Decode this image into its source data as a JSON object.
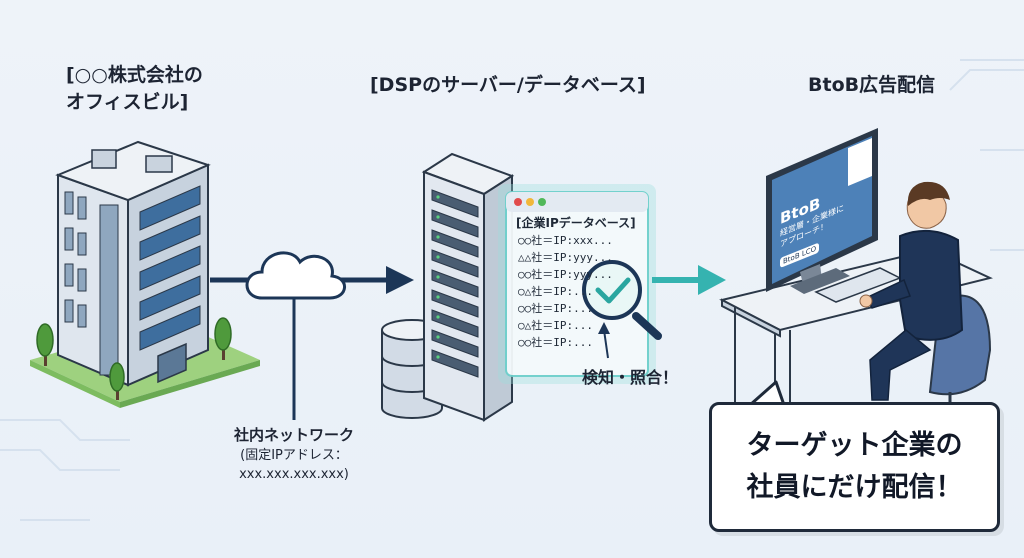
{
  "office": {
    "title": "[○○株式会社の\nオフィスビル]"
  },
  "dsp": {
    "title": "[DSPのサーバー/データベース]",
    "db_title": "[企業IPデータベース]",
    "db_rows": [
      "○○社＝IP:xxx...",
      "△△社＝IP:yyy...",
      "○○社＝IP:yyy...",
      "○△社＝IP:...",
      "○○社＝IP:...",
      "○△社＝IP:...",
      "○○社＝IP:..."
    ],
    "detect_label": "検知・照合！"
  },
  "network": {
    "label": "社内ネットワーク",
    "sub1": "(固定IPアドレス：",
    "sub2": "xxx.xxx.xxx.xxx)"
  },
  "btob": {
    "title": "BtoB広告配信",
    "ad_title": "BtoB",
    "ad_line1": "経営層・企業様に",
    "ad_line2": "アプローチ！",
    "ad_logo": "BtoB LCO"
  },
  "bubble": {
    "text": "ターゲット企業の\n社員にだけ配信！"
  },
  "colors": {
    "navy": "#1c3657",
    "teal": "#35b3b0",
    "background": "#eef3f9"
  }
}
